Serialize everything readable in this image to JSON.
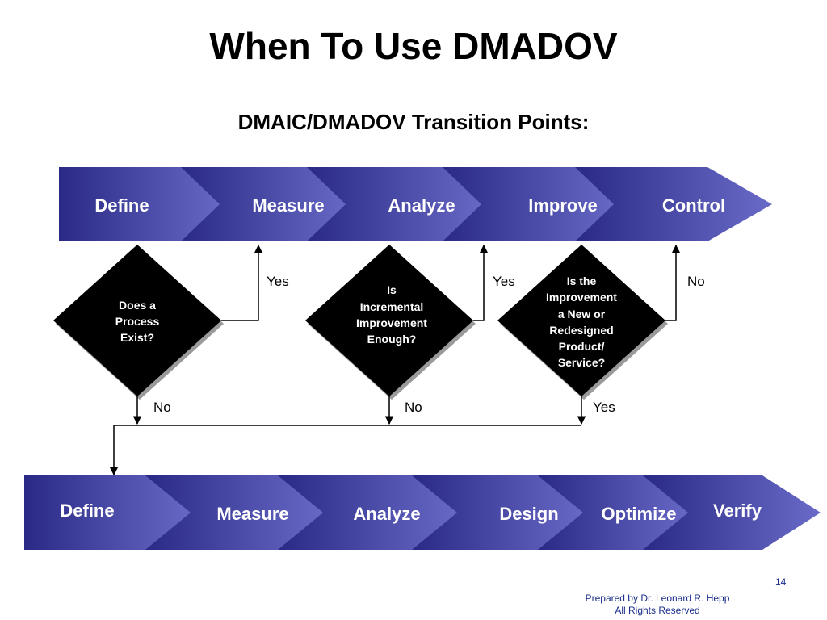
{
  "title": "When To Use DMADOV",
  "subtitle": "DMAIC/DMADOV Transition Points:",
  "top_stages": [
    "Define",
    "Measure",
    "Analyze",
    "Improve",
    "Control"
  ],
  "bottom_stages": [
    "Define",
    "Measure",
    "Analyze",
    "Design",
    "Optimize",
    "Verify"
  ],
  "decisions": [
    {
      "lines": [
        "Does a",
        "Process",
        "Exist?"
      ],
      "up_label": "Yes",
      "down_label": "No"
    },
    {
      "lines": [
        "Is",
        "Incremental",
        "Improvement",
        "Enough?"
      ],
      "up_label": "Yes",
      "down_label": "No"
    },
    {
      "lines": [
        "Is the",
        "Improvement",
        "a New or",
        "Redesigned",
        "Product/",
        "Service?"
      ],
      "up_label": "No",
      "down_label": "Yes"
    }
  ],
  "page_number": "14",
  "credit_line1": "Prepared by Dr. Leonard R. Hepp",
  "credit_line2": "All Rights Reserved",
  "colors": {
    "chevron_dark": "#2a2a86",
    "chevron_light": "#6a6ac8",
    "diamond": "#000000",
    "footer_text": "#1a2e8a"
  }
}
